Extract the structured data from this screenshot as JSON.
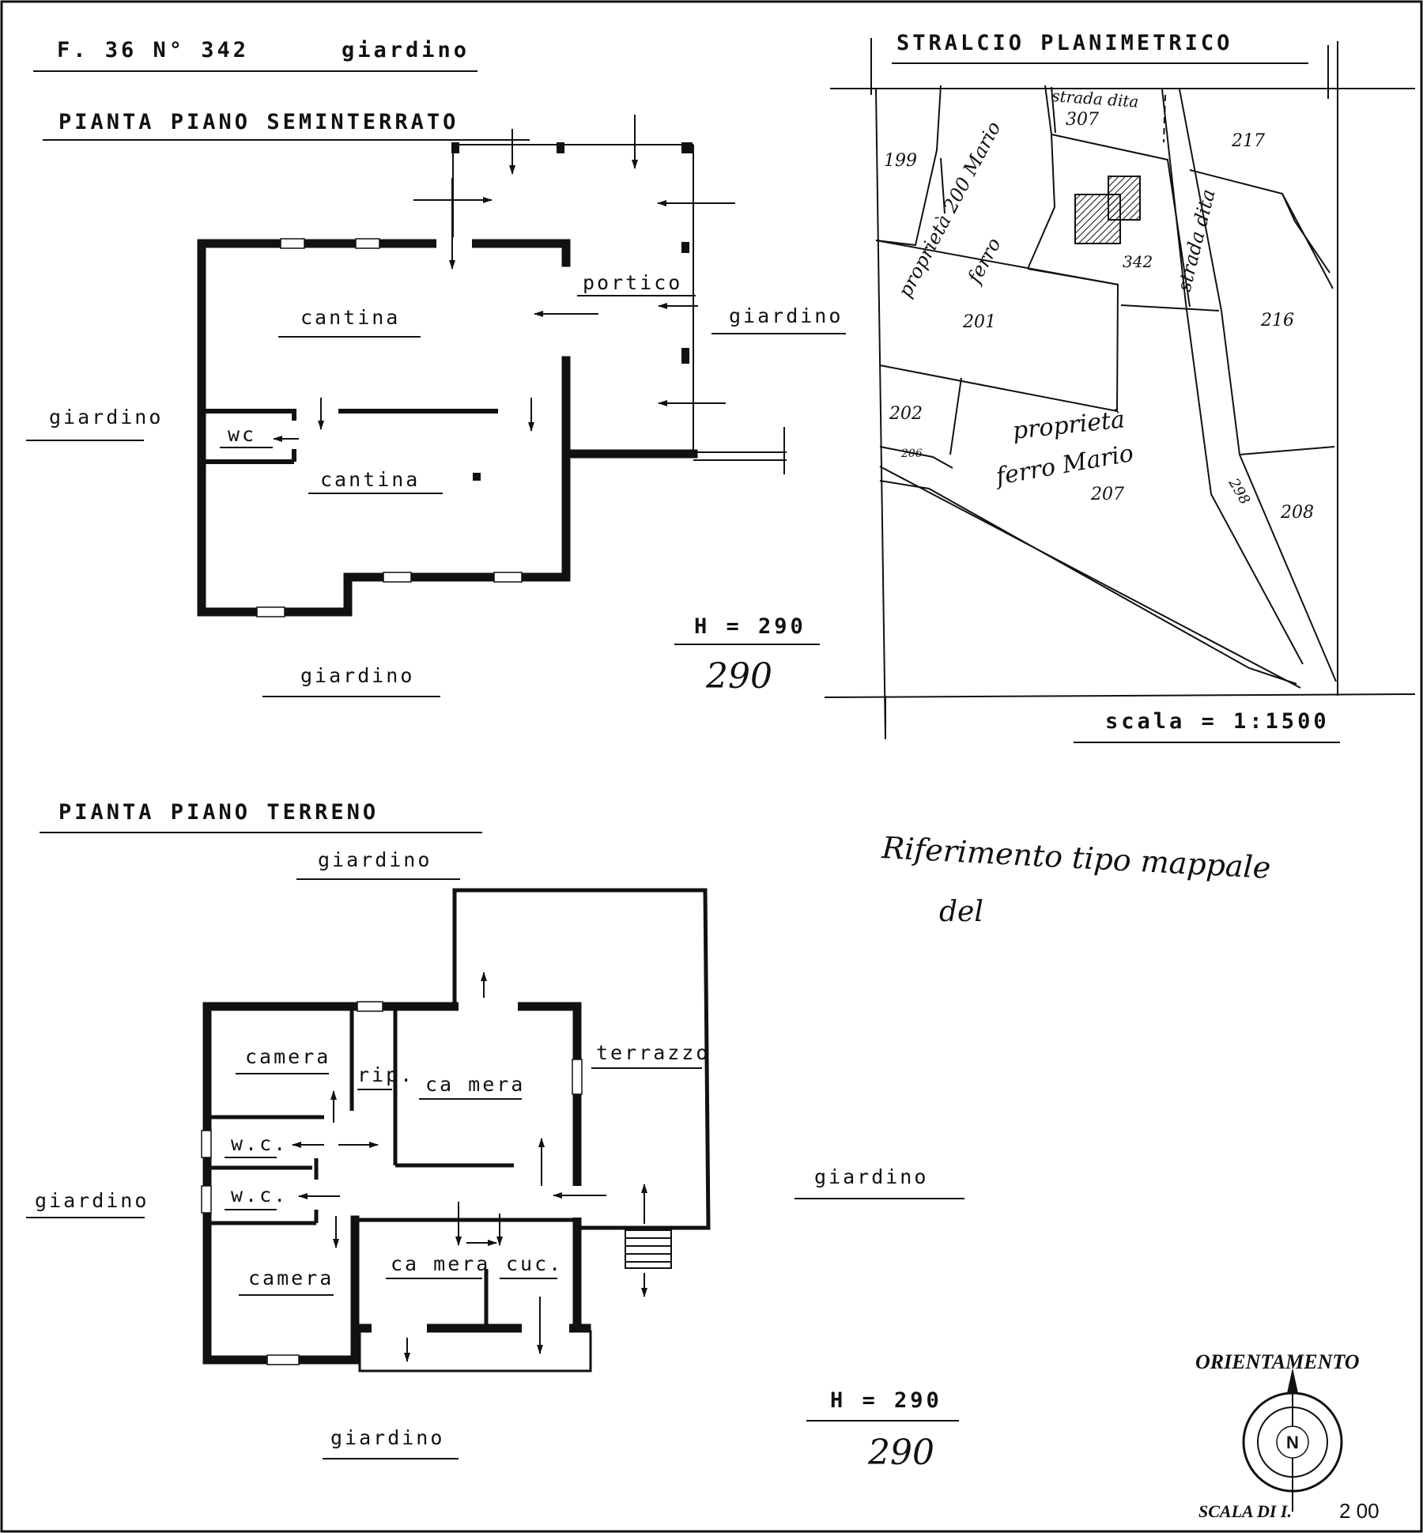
{
  "header": {
    "ref": "F. 36 N° 342",
    "garden_top": "giardino"
  },
  "basement": {
    "title": "PIANTA  PIANO  SEMINTERRATO",
    "rooms": {
      "cantina_1": "cantina",
      "cantina_2": "cantina",
      "wc": "wc",
      "portico": "portico"
    },
    "gardens": {
      "left": "giardino",
      "right": "giardino",
      "bottom": "giardino"
    },
    "height_label": "H = 290",
    "height_hand": "290"
  },
  "site": {
    "title": "STRALCIO   PLANIMETRICO",
    "parcels": {
      "p307": "307",
      "p217": "217",
      "p199": "199",
      "p342": "342",
      "p201": "201",
      "p216": "216",
      "p202": "202",
      "p206": "206",
      "p207": "207",
      "p208": "208",
      "p298": "298"
    },
    "notes": {
      "strada_top": "strada dita",
      "strada_right": "strada dita",
      "prop_200": "proprietà 200 Mario",
      "ferro_top": "ferro",
      "prop_207": "proprietà",
      "ferro_mario": "ferro Mario"
    },
    "scale": "scala =  1:1500"
  },
  "ground": {
    "title": "PIANTA  PIANO  TERRENO",
    "rooms": {
      "camera_tl": "camera",
      "rip": "rip.",
      "camera_c": "ca mera",
      "terrazzo": "terrazzo",
      "wc_1": "w.c.",
      "wc_2": "w.c.",
      "camera_bl": "camera",
      "camera_b": "ca mera",
      "cuc": "cuc."
    },
    "gardens": {
      "top": "giardino",
      "left": "giardino",
      "right": "giardino",
      "bottom": "giardino"
    },
    "height_label": "H = 290",
    "height_hand": "290"
  },
  "reference_note": {
    "line1": "Riferimento tipo mappale",
    "line2": "del"
  },
  "orientation": {
    "title": "ORIENTAMENTO",
    "north": "N",
    "scale_prefix": "SCALA DI I.",
    "scale_value": "2 00"
  }
}
